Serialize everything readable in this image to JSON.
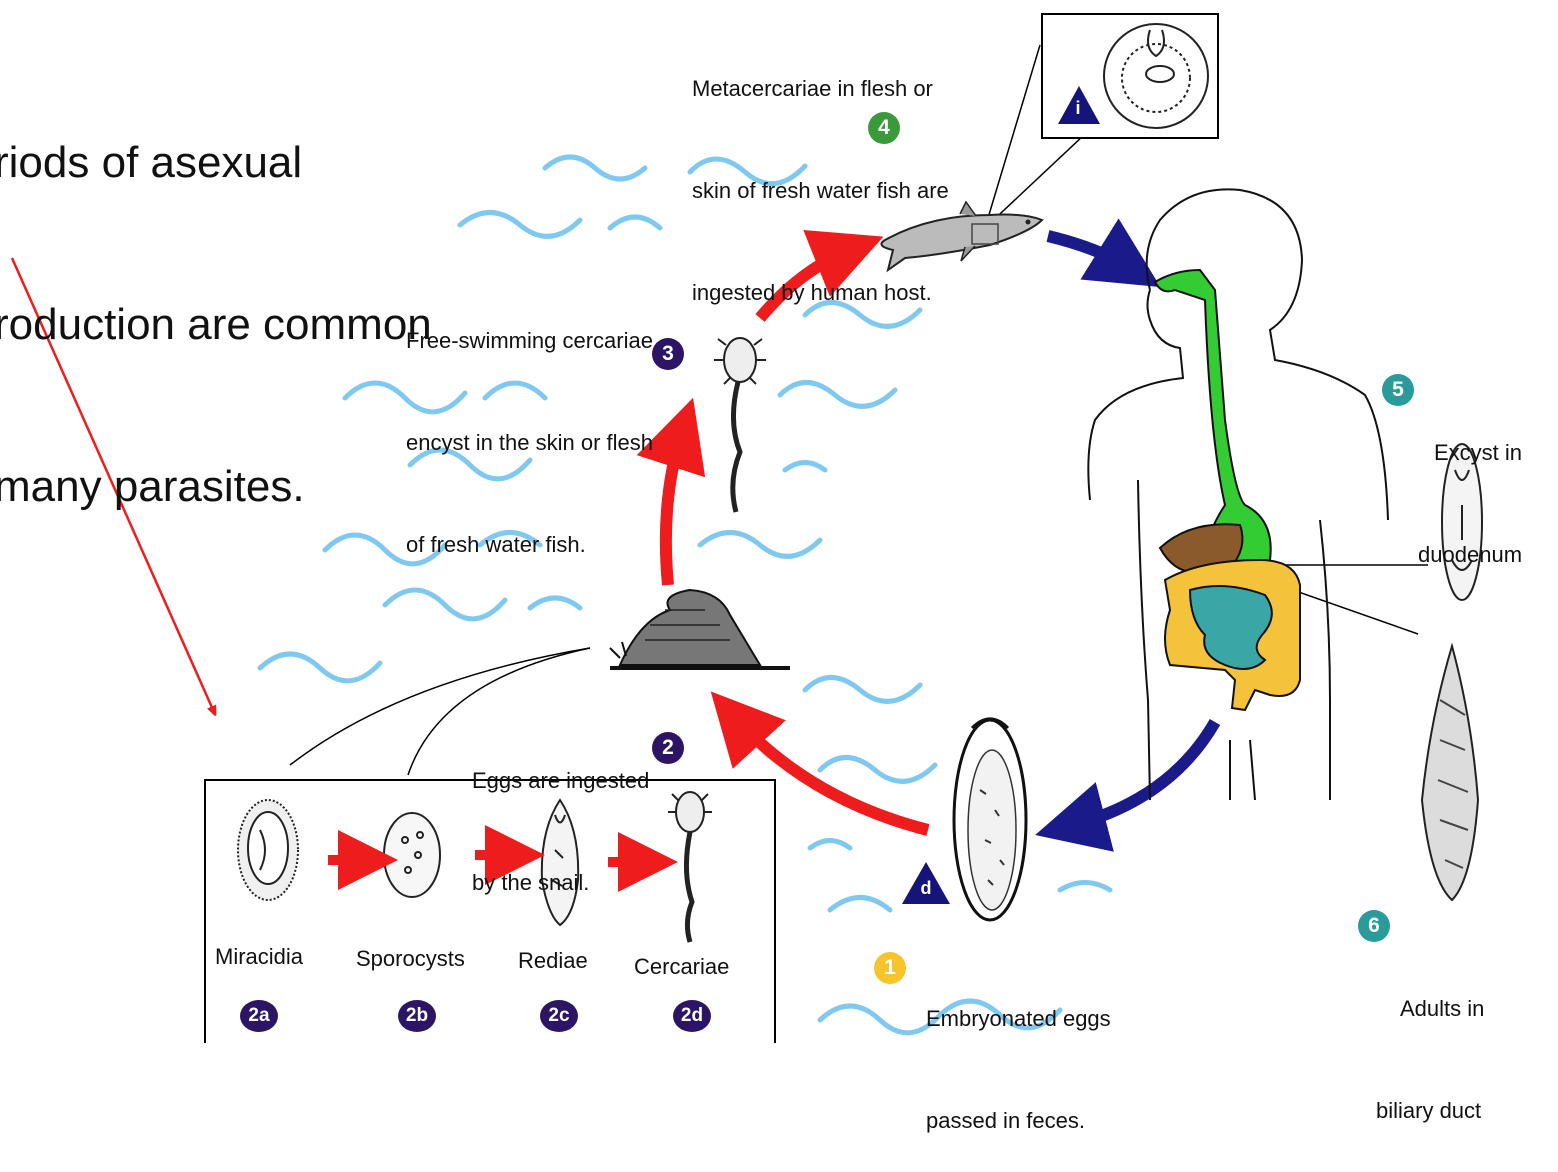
{
  "slide_text": {
    "lines": [
      "riods of asexual",
      "roduction are common",
      "many parasites."
    ]
  },
  "labels": {
    "metacercariae": [
      "Metacercariae in flesh or",
      "skin of fresh water fish are",
      "ingested by human host."
    ],
    "cercariae_free": [
      "Free-swimming cercariae",
      "encyst in the skin or flesh",
      "of fresh water fish."
    ],
    "eggs_snail": [
      "Eggs are ingested",
      "by the snail."
    ],
    "embryonated": [
      "Embryonated eggs",
      "passed in feces."
    ],
    "excyst": [
      "Excyst in",
      "duodenum"
    ],
    "adults": [
      "Adults in",
      "biliary duct"
    ]
  },
  "badges": {
    "b1": "1",
    "b2": "2",
    "b3": "3",
    "b4": "4",
    "b5": "5",
    "b6": "6",
    "b2a": "2a",
    "b2b": "2b",
    "b2c": "2c",
    "b2d": "2d",
    "infective": "i",
    "diagnostic": "d"
  },
  "stages": {
    "miracidia": "Miracidia",
    "sporocysts": "Sporocysts",
    "rediae": "Rediae",
    "cercariae": "Cercariae"
  },
  "colors": {
    "water": "#7fc9f0",
    "red_arrow": "#ee1c1c",
    "blue_arrow": "#1a1a8a",
    "badge_purple": "#2d1566",
    "badge_green": "#3a9a3a",
    "badge_teal": "#2a9a9a",
    "badge_yellow": "#f7c42c",
    "digestive_green": "#33cc33",
    "liver_brown": "#8b5a2b",
    "colon_yellow": "#f5c23c",
    "intestine_teal": "#3aa6a6",
    "triangle_navy": "#14147a"
  }
}
